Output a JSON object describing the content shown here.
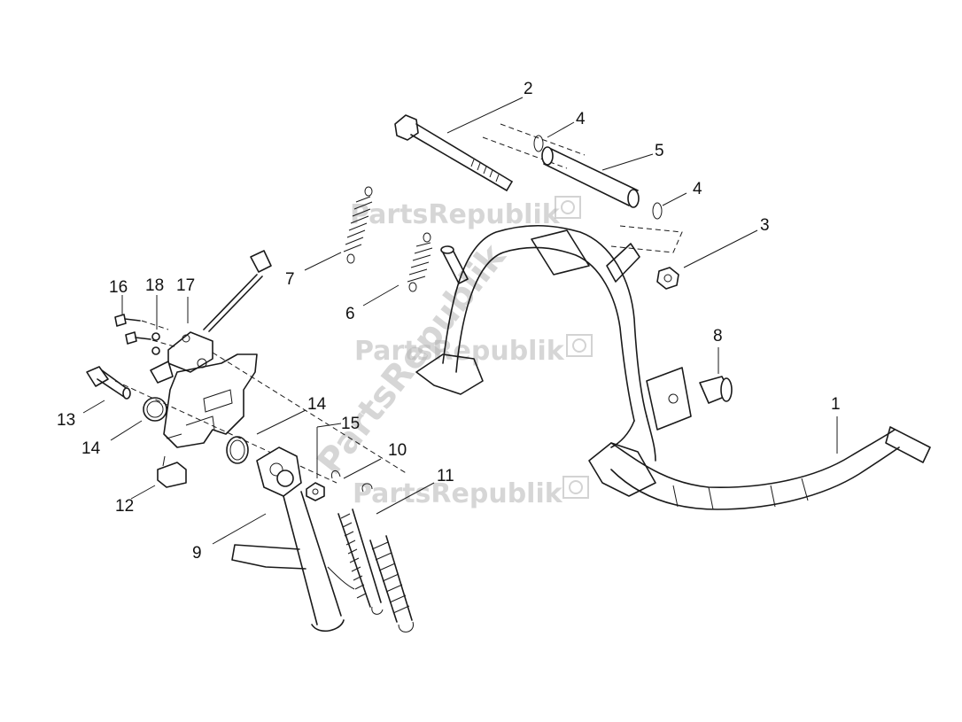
{
  "watermark": {
    "text": "PartsRepublik",
    "color": "#b5b5b5"
  },
  "callouts": {
    "c1": "1",
    "c2": "2",
    "c3": "3",
    "c4a": "4",
    "c4b": "4",
    "c5": "5",
    "c6": "6",
    "c7": "7",
    "c8": "8",
    "c9": "9",
    "c10": "10",
    "c11": "11",
    "c12": "12",
    "c13": "13",
    "c14a": "14",
    "c14b": "14",
    "c15": "15",
    "c16": "16",
    "c17": "17",
    "c18": "18"
  }
}
